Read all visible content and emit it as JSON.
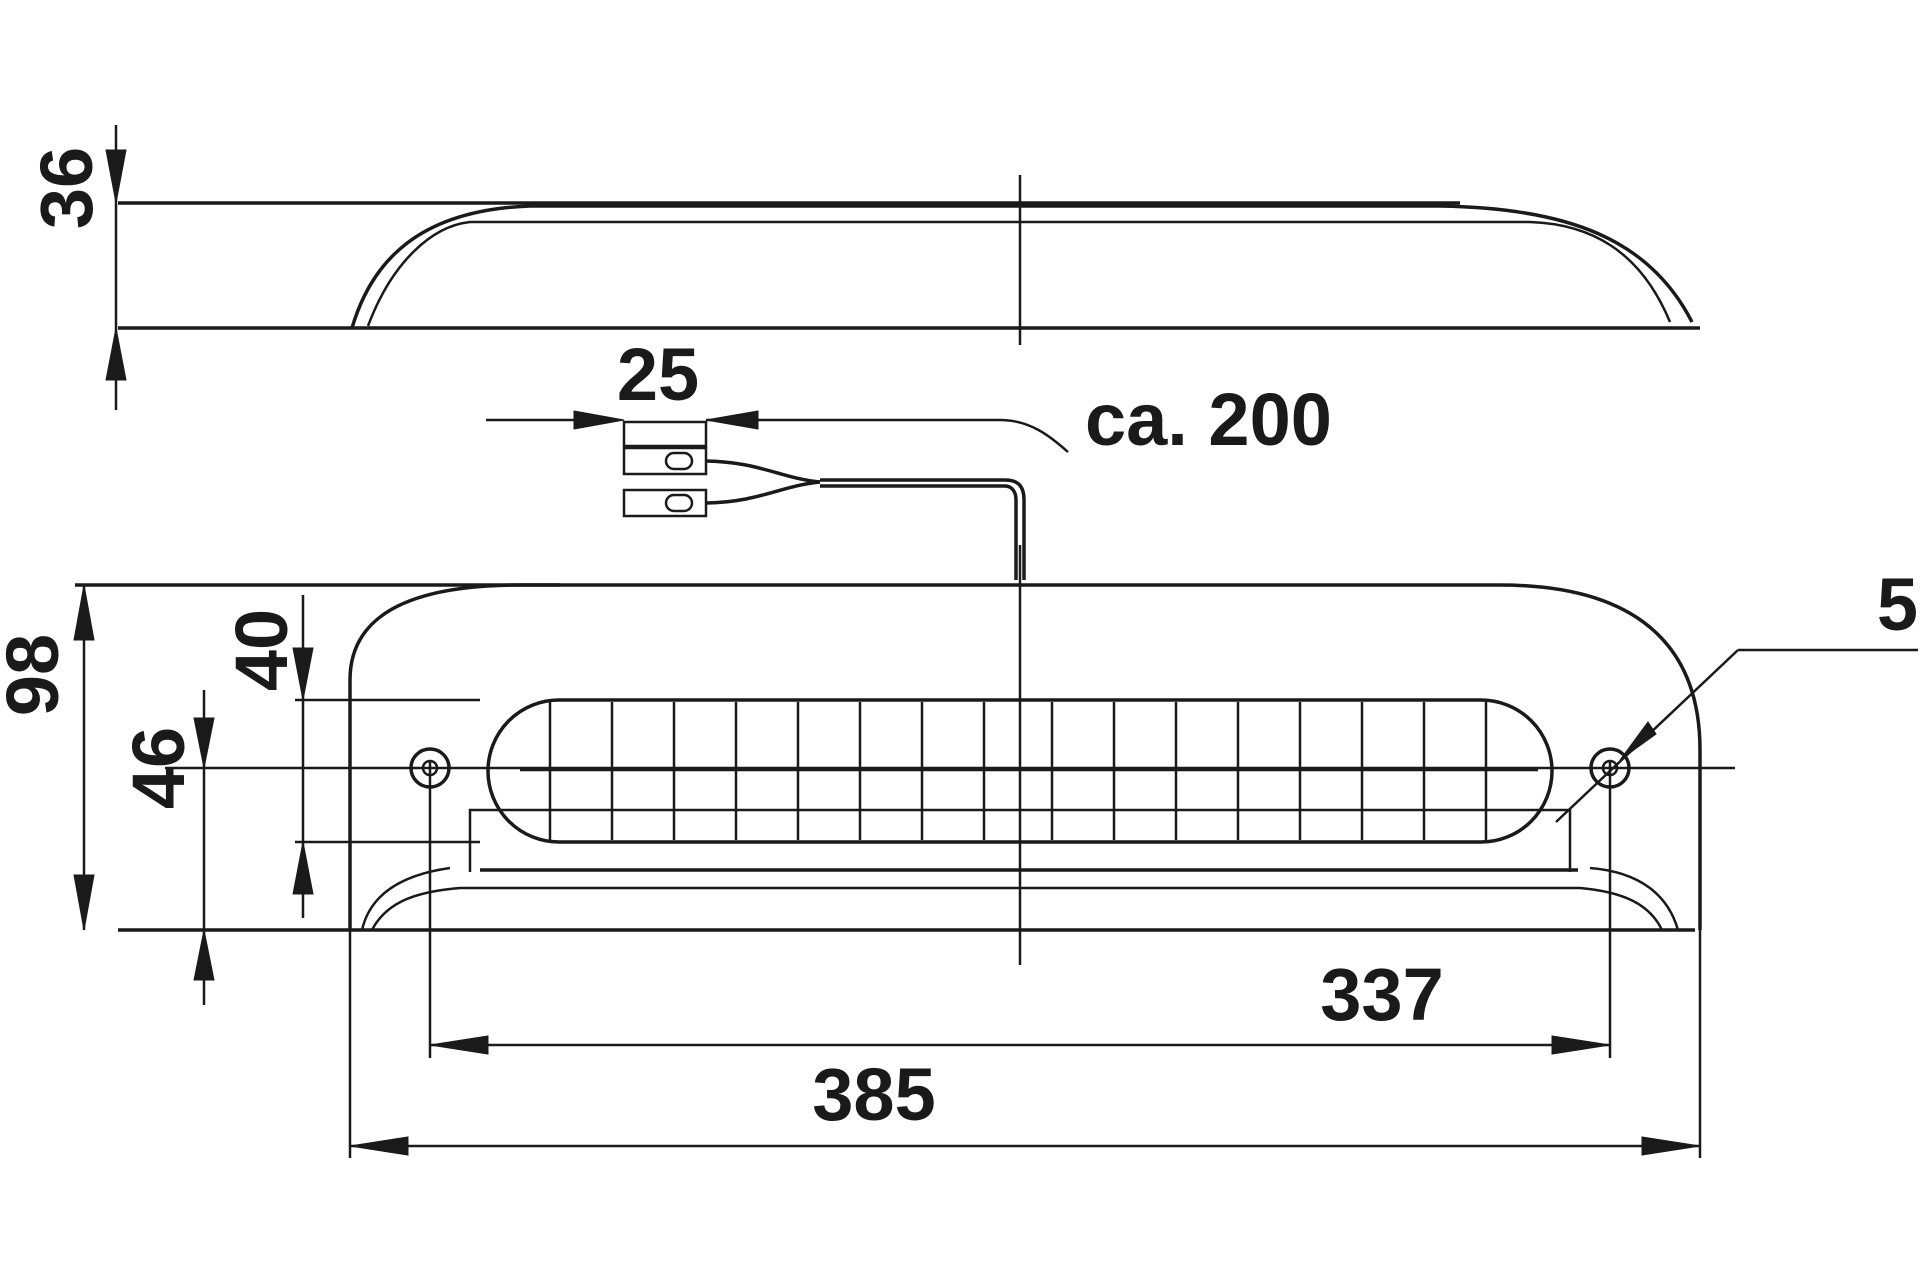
{
  "dimensions": {
    "height_side": "36",
    "connector_length": "25",
    "cable_length": "ca. 200",
    "screw_label": "5",
    "total_height": "98",
    "lens_height": "40",
    "mount_height": "46",
    "hole_spacing": "337",
    "total_length": "385"
  },
  "colors": {
    "line": "#1a1a1a",
    "background": "#ffffff"
  }
}
